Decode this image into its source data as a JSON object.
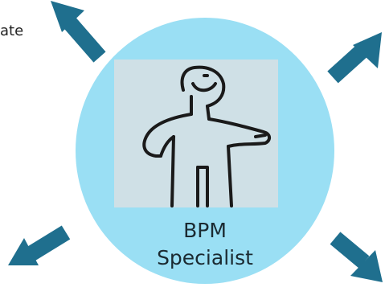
{
  "diagram": {
    "top_left_text": "ate",
    "center_label_line1": "BPM",
    "center_label_line2": "Specialist",
    "colors": {
      "circle": "#9adff4",
      "arrow": "#1f6f8e",
      "figure_background": "#cfe0e6",
      "figure_stroke": "#1a1a1a"
    },
    "icons": [
      "person-illustration-icon",
      "arrow-up-left-icon",
      "arrow-up-right-icon",
      "arrow-down-left-icon",
      "arrow-down-right-icon"
    ]
  }
}
